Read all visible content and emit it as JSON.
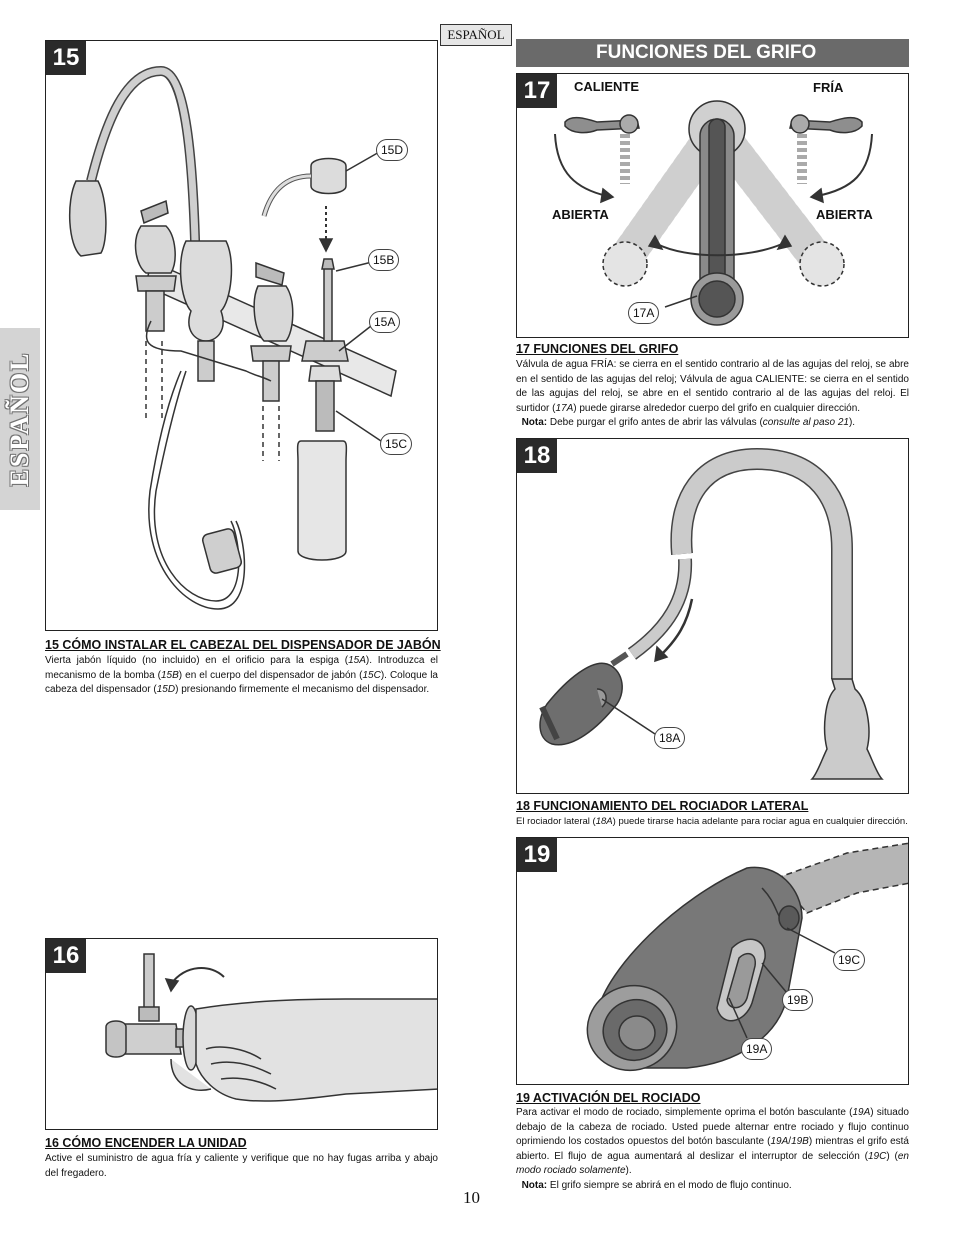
{
  "language_tab": "ESPAÑOL",
  "side_tab": "ESPAÑOL",
  "header": "FUNCIONES DEL GRIFO",
  "page_number": "10",
  "fig15": {
    "number": "15",
    "callouts": {
      "a": "15A",
      "b": "15B",
      "c": "15C",
      "d": "15D"
    }
  },
  "fig16": {
    "number": "16"
  },
  "fig17": {
    "number": "17",
    "hot": "CALIENTE",
    "cold": "FRÍA",
    "open_left": "ABIERTA",
    "open_right": "ABIERTA",
    "callout": "17A"
  },
  "fig18": {
    "number": "18",
    "callout": "18A"
  },
  "fig19": {
    "number": "19",
    "callouts": {
      "a": "19A",
      "b": "19B",
      "c": "19C"
    }
  },
  "sec15": {
    "title": "15 CÓMO INSTALAR EL CABEZAL DEL DISPENSADOR DE JABÓN",
    "t1": "Vierta jabón líquido (no incluido) en el orificio para la espiga (",
    "r1": "15A",
    "t2": "). Introduzca el mecanismo de la bomba (",
    "r2": "15B",
    "t3": ") en el cuerpo del dispensador de jabón (",
    "r3": "15C",
    "t4": "). Coloque la cabeza del dispensador (",
    "r4": "15D",
    "t5": ") presionando firmemente el mecanismo del dispensador."
  },
  "sec16": {
    "title": "16  CÓMO ENCENDER LA UNIDAD",
    "body": "Active el suministro de agua fría y caliente y verifique que no hay fugas arriba y abajo del fregadero."
  },
  "sec17": {
    "title": "17  FUNCIONES DEL GRIFO",
    "t1": "Válvula de agua FRÍA: se cierra en el sentido contrario al de las agujas del reloj, se abre en el sentido de las agujas del reloj; Válvula de agua CALIENTE: se cierra en el sentido de las agujas del reloj, se abre en el sentido contrario al de las agujas del reloj. El surtidor (",
    "r1": "17A",
    "t2": ") puede girarse alrededor cuerpo del grifo en cualquier dirección.",
    "note_label": "Nota:",
    "note_t1": " Debe purgar el grifo antes de abrir las válvulas (",
    "note_ref": "consulte al paso 21",
    "note_t2": ")."
  },
  "sec18": {
    "title": "18  FUNCIONAMIENTO DEL ROCIADOR LATERAL",
    "t1": "El rociador lateral (",
    "r1": "18A",
    "t2": ") puede tirarse hacia adelante para rociar agua en cualquier dirección."
  },
  "sec19": {
    "title": "19  ACTIVACIÓN DEL ROCIADO",
    "t1": "Para activar el modo de rociado, simplemente oprima el botón basculante (",
    "r1": "19A",
    "t2": ") situado debajo de la cabeza de rociado. Usted puede alternar entre rociado y flujo continuo oprimiendo los costados opuestos del botón basculante (",
    "r2": "19A",
    "s": "/",
    "r3": "19B",
    "t3": ") mientras el grifo está abierto. El flujo de agua aumentará al deslizar el interruptor de selección (",
    "r4": "19C",
    "t4": ") (",
    "r5": "en modo rociado solamente",
    "t5": ").",
    "note_label": "Nota:",
    "note_body": " El grifo siempre se abrirá en el modo de flujo continuo."
  },
  "colors": {
    "header_bg": "#6a6a6a",
    "number_badge": "#2a2a2a",
    "side_tab": "#d4d4d4"
  }
}
